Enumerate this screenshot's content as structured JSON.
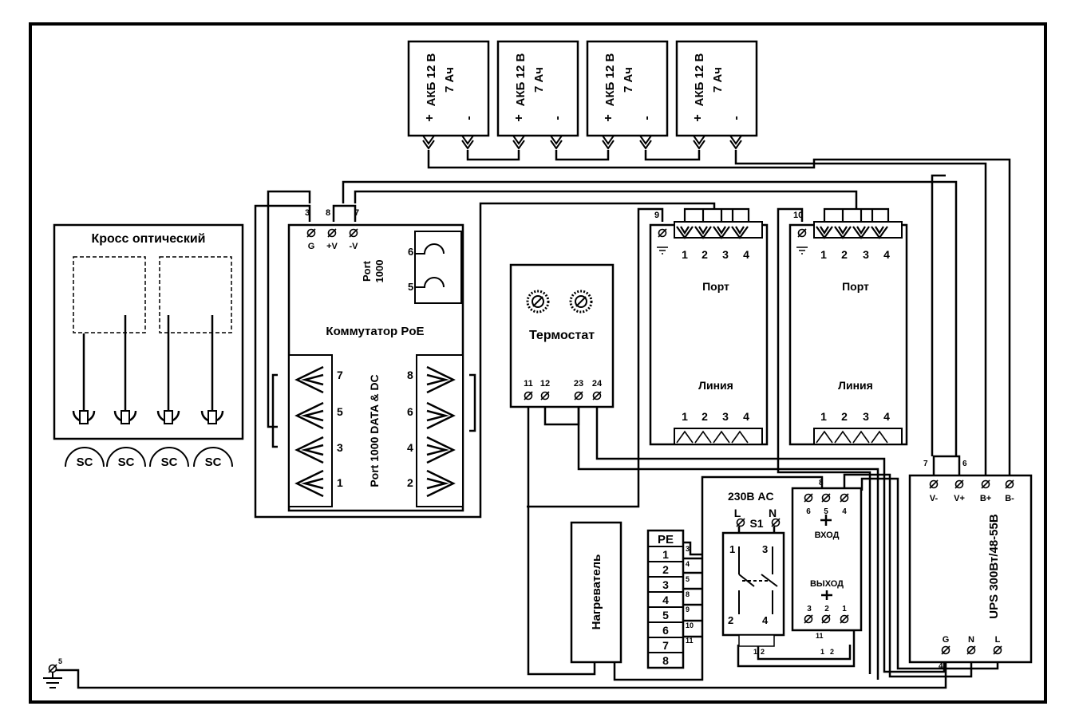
{
  "batteries": [
    {
      "line1": "АКБ 12 В",
      "line2": "7 Ач",
      "plus": "+",
      "minus": "-"
    },
    {
      "line1": "АКБ 12 В",
      "line2": "7 Ач",
      "plus": "+",
      "minus": "-"
    },
    {
      "line1": "АКБ 12 В",
      "line2": "7 Ач",
      "plus": "+",
      "minus": "-"
    },
    {
      "line1": "АКБ 12 В",
      "line2": "7 Ач",
      "plus": "+",
      "minus": "-"
    }
  ],
  "cross": {
    "title": "Кросс оптический",
    "connectors": [
      "SC",
      "SC",
      "SC",
      "SC"
    ]
  },
  "switch": {
    "title": "Коммутатор PoE",
    "top_numbers": [
      "3",
      "8",
      "7"
    ],
    "top_terminals": [
      "G",
      "+V",
      "-V"
    ],
    "port_label_line1": "Port",
    "port_label_line2": "1000",
    "sfp_numbers": [
      "6",
      "5"
    ],
    "data_label": "Port 1000 DATA & DC",
    "left_numbers": [
      "7",
      "5",
      "3",
      "1"
    ],
    "right_numbers": [
      "8",
      "6",
      "4",
      "2"
    ]
  },
  "thermostat": {
    "title": "Термостат",
    "terminals": [
      "11",
      "12",
      "23",
      "24"
    ]
  },
  "surge1": {
    "top_number": "9",
    "port_label": "Порт",
    "line_label": "Линия",
    "ports": [
      "1",
      "2",
      "3",
      "4"
    ]
  },
  "surge2": {
    "top_number": "10",
    "port_label": "Порт",
    "line_label": "Линия",
    "ports": [
      "1",
      "2",
      "3",
      "4"
    ]
  },
  "heater": {
    "label": "Нагреватель"
  },
  "terminal_block": {
    "header": "PE",
    "rows": [
      "1",
      "2",
      "3",
      "4",
      "5",
      "6",
      "7",
      "8"
    ],
    "wire_numbers": [
      "3",
      "4",
      "5",
      "8",
      "9",
      "10",
      "11"
    ]
  },
  "power_block": {
    "title": "230В AC",
    "L": "L",
    "N": "N",
    "S1": "S1",
    "pins": [
      "1",
      "3",
      "2",
      "4"
    ],
    "bottom_numbers": [
      "1",
      "2"
    ]
  },
  "converter": {
    "top_number": "8",
    "in_pins": [
      "6",
      "5",
      "4"
    ],
    "in_label": "ВХОД",
    "out_label": "ВЫХОД",
    "out_pins": [
      "3",
      "2",
      "1"
    ],
    "bottom_numbers": [
      "11",
      "1",
      "2"
    ]
  },
  "ups": {
    "label": "UPS 300Вт/48-55В",
    "top_numbers": [
      "7",
      "6"
    ],
    "top_terminals": [
      "V-",
      "V+",
      "B+",
      "B-"
    ],
    "bottom_terminals": [
      "G",
      "N",
      "L"
    ],
    "bottom_number": "4"
  },
  "ground": {
    "number": "5"
  }
}
